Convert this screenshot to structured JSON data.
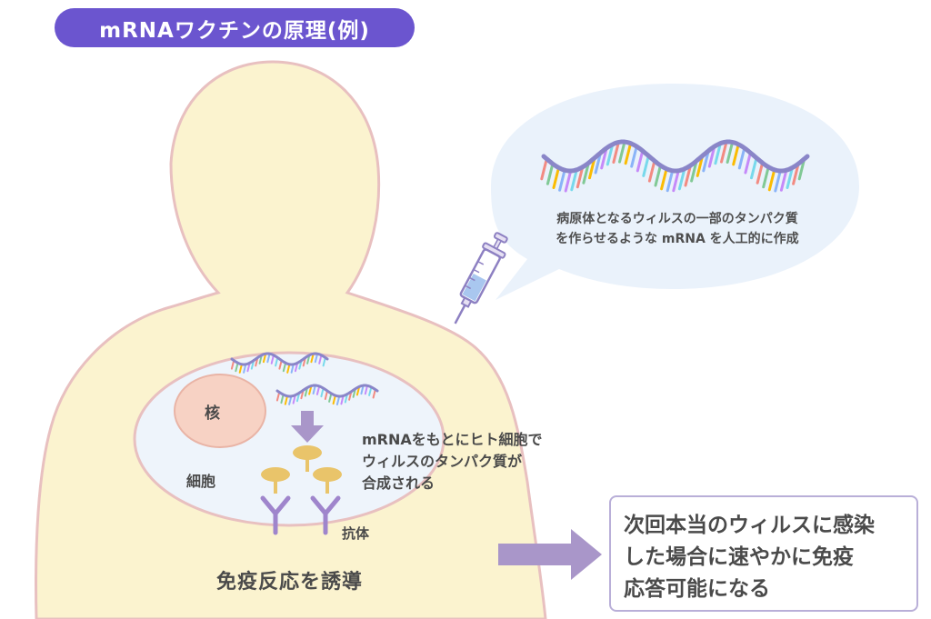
{
  "title": "mRNAワクチンの原理(例)",
  "bubble": {
    "line1": "病原体となるウィルスの一部のタンパク質",
    "line2": "を作らせるような mRNA を人工的に作成"
  },
  "cell": {
    "nucleus_label": "核",
    "cell_label": "細胞",
    "antibody_label": "抗体",
    "synthesis_lines": [
      "mRNAをもとにヒト細胞で",
      "ウィルスのタンパク質が",
      "合成される"
    ]
  },
  "immune_label": "免疫反応を誘導",
  "result_lines": [
    "次回本当のウィルスに感染",
    "した場合に速やかに免疫",
    "応答可能になる"
  ],
  "colors": {
    "body_fill": "#fbf3cf",
    "body_stroke": "#e8c0c0",
    "accent_purple": "#6b55cf",
    "arrow_purple": "#a996c9",
    "bubble_fill": "#eaf2fb",
    "nucleus_fill": "#f7d2c4",
    "protein_gold": "#e9c46a"
  },
  "icons": [
    "syringe-icon",
    "mrna-strand-icon",
    "protein-icon",
    "antibody-icon",
    "down-arrow-icon",
    "right-arrow-icon"
  ]
}
